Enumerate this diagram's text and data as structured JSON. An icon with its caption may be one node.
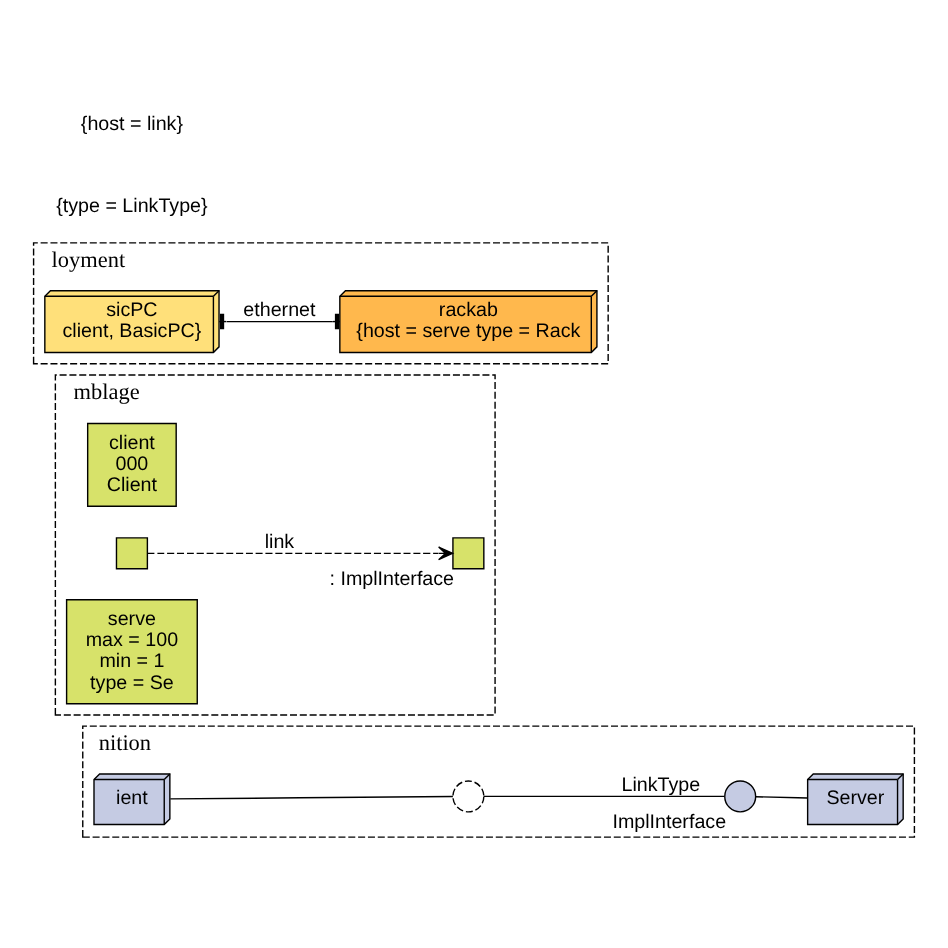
{
  "diagram": {
    "nodes": [
      {
        "text": [
          "nition"
        ]
      },
      {
        "text": [
          "ient"
        ],
        "in": 0
      },
      {
        "text": [
          "Server"
        ],
        "in": 0
      },
      {
        "text": [],
        "shape": "arc",
        "in": 0
      },
      {
        "text": [],
        "shape": "circle",
        "in": 0,
        "beside": [
          "ImplInterface"
        ]
      },
      {
        "text": [
          "mblage"
        ]
      },
      {
        "text": [
          "client",
          "000",
          "Client"
        ],
        "in": 5
      },
      {
        "text": [],
        "shape": "box",
        "in": 5
      },
      {
        "text": [],
        "shape": "box",
        "in": 5,
        "beside": [
          ": ImplInterface"
        ]
      },
      {
        "text": [
          "serve",
          "max = 100",
          "min = 1",
          "type = Se"
        ],
        "in": 5
      },
      {
        "text": [
          "loyment"
        ]
      },
      {
        "text": [
          "sicPC",
          "client, BasicPC}"
        ],
        "in": 10
      },
      {
        "text": [
          "rackab",
          "{host = serve type = Rack"
        ],
        "in": 10
      }
    ],
    "edges": [
      {
        "from": 1,
        "to": 3,
        "arrow": "none"
      },
      {
        "from": 3,
        "to": 4,
        "arrow": "none",
        "label": "LinkType"
      },
      {
        "from": 4,
        "to": 2,
        "arrow": "none"
      },
      {
        "from": 7,
        "to": 8,
        "arrow": "to",
        "style": "dashed",
        "label": "link"
      },
      {
        "from": 11,
        "to": 12,
        "arrow": "other",
        "label": "ethernet"
      }
    ],
    "labels": [
      "{type = LinkType}",
      "{host = link}"
    ]
  }
}
